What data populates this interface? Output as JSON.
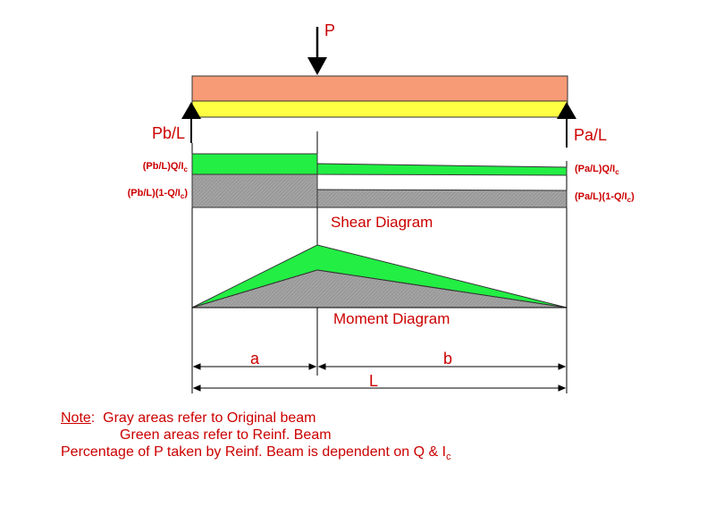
{
  "load_label": "P",
  "reactions": {
    "left": "Pb/L",
    "right": "Pa/L"
  },
  "shear": {
    "left_reinf_label": "(Pb/L)Q/I",
    "left_orig_label": "(Pb/L)(1-Q/I",
    "right_reinf_label": "(Pa/L)Q/I",
    "right_orig_label": "(Pa/L)(1-Q/I",
    "subscript": "c",
    "close_paren": ")",
    "title": "Shear Diagram"
  },
  "moment": {
    "title": "Moment Diagram"
  },
  "dimensions": {
    "a": "a",
    "b": "b",
    "L": "L"
  },
  "note": {
    "heading": "Note",
    "colon": ":",
    "line1": "Gray areas refer to Original beam",
    "line2": "Green areas refer to Reinf. Beam",
    "line3": "Percentage of P taken by Reinf. Beam is dependent on Q & I",
    "line3_sub": "c"
  },
  "colors": {
    "beam_top": "#f79b77",
    "beam_bottom": "#ffff44",
    "reinf_green": "#22ee44",
    "orig_gray": "#a0a0a0",
    "label_red": "#cc0000"
  }
}
